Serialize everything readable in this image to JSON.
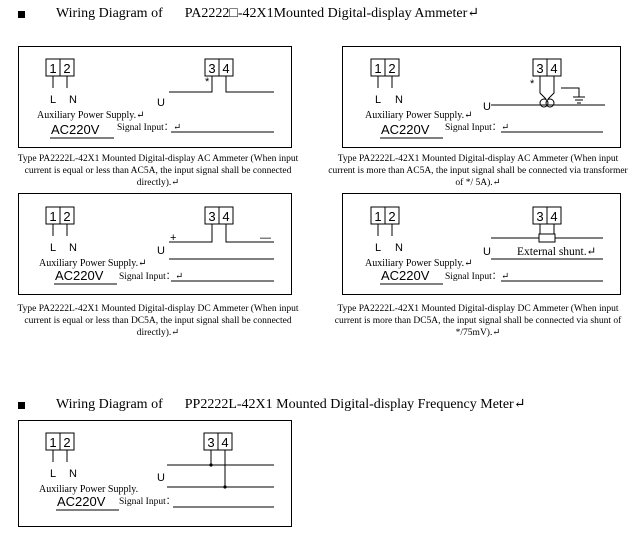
{
  "sections": {
    "ammeter_title_prefix": "Wiring Diagram of",
    "ammeter_title_model": "PA2222□-42X1Mounted  Digital-display  Ammeter↵",
    "freq_title_prefix": "Wiring Diagram of",
    "freq_title_model": "PP2222L-42X1  Mounted  Digital-display  Frequency  Meter↵"
  },
  "labels": {
    "t1": "1",
    "t2": "2",
    "t3": "3",
    "t4": "4",
    "L": "L",
    "N": "N",
    "U": "U",
    "aux": "Auxiliary Power  Supply.↵",
    "aux_short": "Auxiliary Power  Supply.",
    "ac220v": "AC220V",
    "signal": "Signal Input：↵",
    "signal_short": "Signal Input：",
    "star": "*",
    "plus": "+",
    "minus": "—",
    "external_shunt": "External  shunt.↵"
  },
  "captions": {
    "ac_direct": "Type PA2222L-42X1  Mounted  Digital-display  AC Ammeter (When input current is equal or less than AC5A, the input signal shall be connected  directly).↵",
    "ac_ct": "Type PA2222L-42X1  Mounted  Digital-display  AC Ammeter (When input current is more than AC5A, the input signal shall be connected  via transformer of  */ 5A).↵",
    "dc_direct": "Type PA2222L-42X1  Mounted  Digital-display  DC Ammeter (When input current is equal or less than DC5A, the input signal shall be connected  directly).↵",
    "dc_shunt": "Type PA2222L-42X1  Mounted  Digital-display  DC Ammeter (When input current is more than DC5A, the input signal shall be connected  via shunt of */75mV).↵"
  }
}
